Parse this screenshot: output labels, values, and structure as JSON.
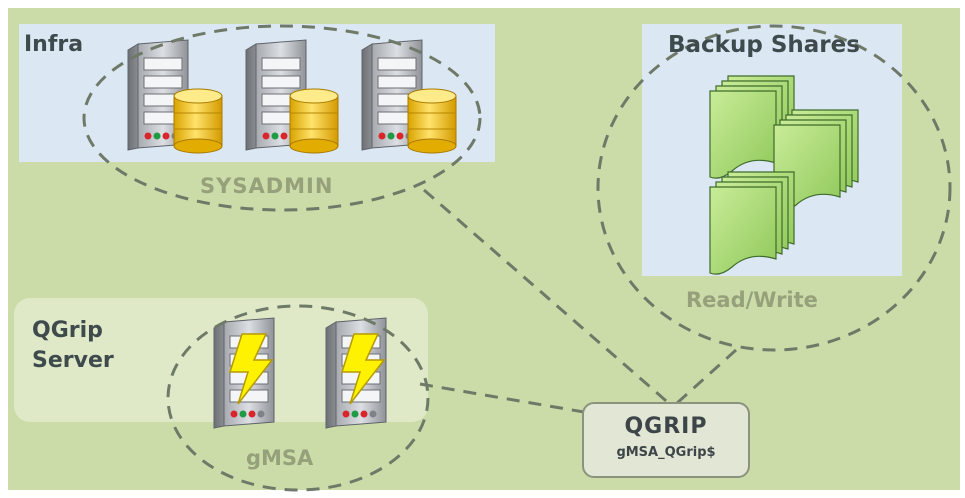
{
  "infra": {
    "label": "Infra",
    "group_label": "SYSADMIN"
  },
  "backup": {
    "label": "Backup Shares",
    "permission_label": "Read/Write"
  },
  "qgrip_server": {
    "label": "QGrip Server",
    "group_label": "gMSA"
  },
  "service_account": {
    "logo": "QGRIP",
    "account_name": "gMSA_QGrip$"
  },
  "icons": [
    "server-database-icon",
    "server-database-icon",
    "server-database-icon",
    "document-stack-icon",
    "document-stack-icon",
    "document-stack-icon",
    "server-lightning-icon",
    "server-lightning-icon"
  ],
  "colors": {
    "background": "#cbdca8",
    "panel_blue": "#dbe8f4",
    "panel_light_green": "#dfe9c8",
    "dashed_line": "#6f7968",
    "document_green": "#b4df7c",
    "database_gold": "#f2c31a",
    "lightning_yellow": "#ffe800"
  }
}
